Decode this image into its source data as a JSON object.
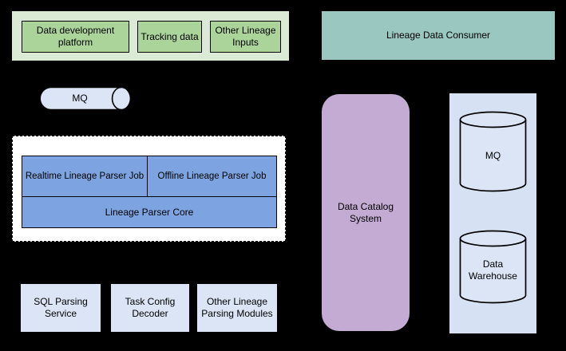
{
  "diagram": {
    "sources_panel": {
      "items": [
        {
          "label": "Data development platform"
        },
        {
          "label": "Tracking data"
        },
        {
          "label": "Other Lineage Inputs"
        }
      ]
    },
    "consumer_label": "Lineage Data Consumer",
    "input_queue_label": "MQ",
    "parser_group": {
      "realtime_job": "Realtime Lineage Parser Job",
      "offline_job": "Offline Lineage Parser Job",
      "core": "Lineage Parser Core"
    },
    "catalog_label": "Data Catalog System",
    "storage_panel": {
      "mq_label": "MQ",
      "warehouse_label": "Data Warehouse"
    },
    "modules": [
      {
        "label": "SQL Parsing Service"
      },
      {
        "label": "Task Config Decoder"
      },
      {
        "label": "Other Lineage Parsing Modules"
      }
    ]
  },
  "colors": {
    "background": "#000000",
    "panel_green": "#dbead4",
    "node_green": "#abd49a",
    "teal": "#9ac7bf",
    "purple": "#c3abd3",
    "blue": "#7da4e0",
    "light_blue": "#dbe5f6",
    "storage_blue": "#d6e1f3",
    "stroke": "#000000",
    "text": "#000000"
  }
}
